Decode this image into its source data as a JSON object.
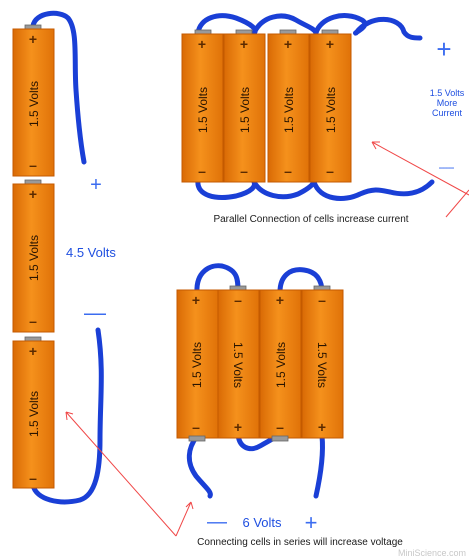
{
  "cell_voltage_label": "1.5 Volts",
  "polarity": {
    "plus": "+",
    "minus": "–",
    "minus_dashed": "------"
  },
  "series_column": {
    "total_label": "4.5 Volts",
    "terminal_plus": "+",
    "terminal_minus": "—"
  },
  "parallel_group": {
    "result_line1": "1.5 Volts",
    "result_line2": "More",
    "result_line3": "Current",
    "terminal_plus": "+",
    "terminal_minus": "-----",
    "caption": "Parallel Connection of cells increase current"
  },
  "series_group": {
    "total_label": "6 Volts",
    "terminal_minus": "—",
    "terminal_plus": "+",
    "caption": "Connecting cells in series will increase voltage"
  },
  "credit": "MiniScience.com",
  "colors": {
    "cell_fill": "#f0820c",
    "wire": "#1a3fd6",
    "terminal_sign": "#3b6cf0",
    "arrow": "#f04848"
  }
}
